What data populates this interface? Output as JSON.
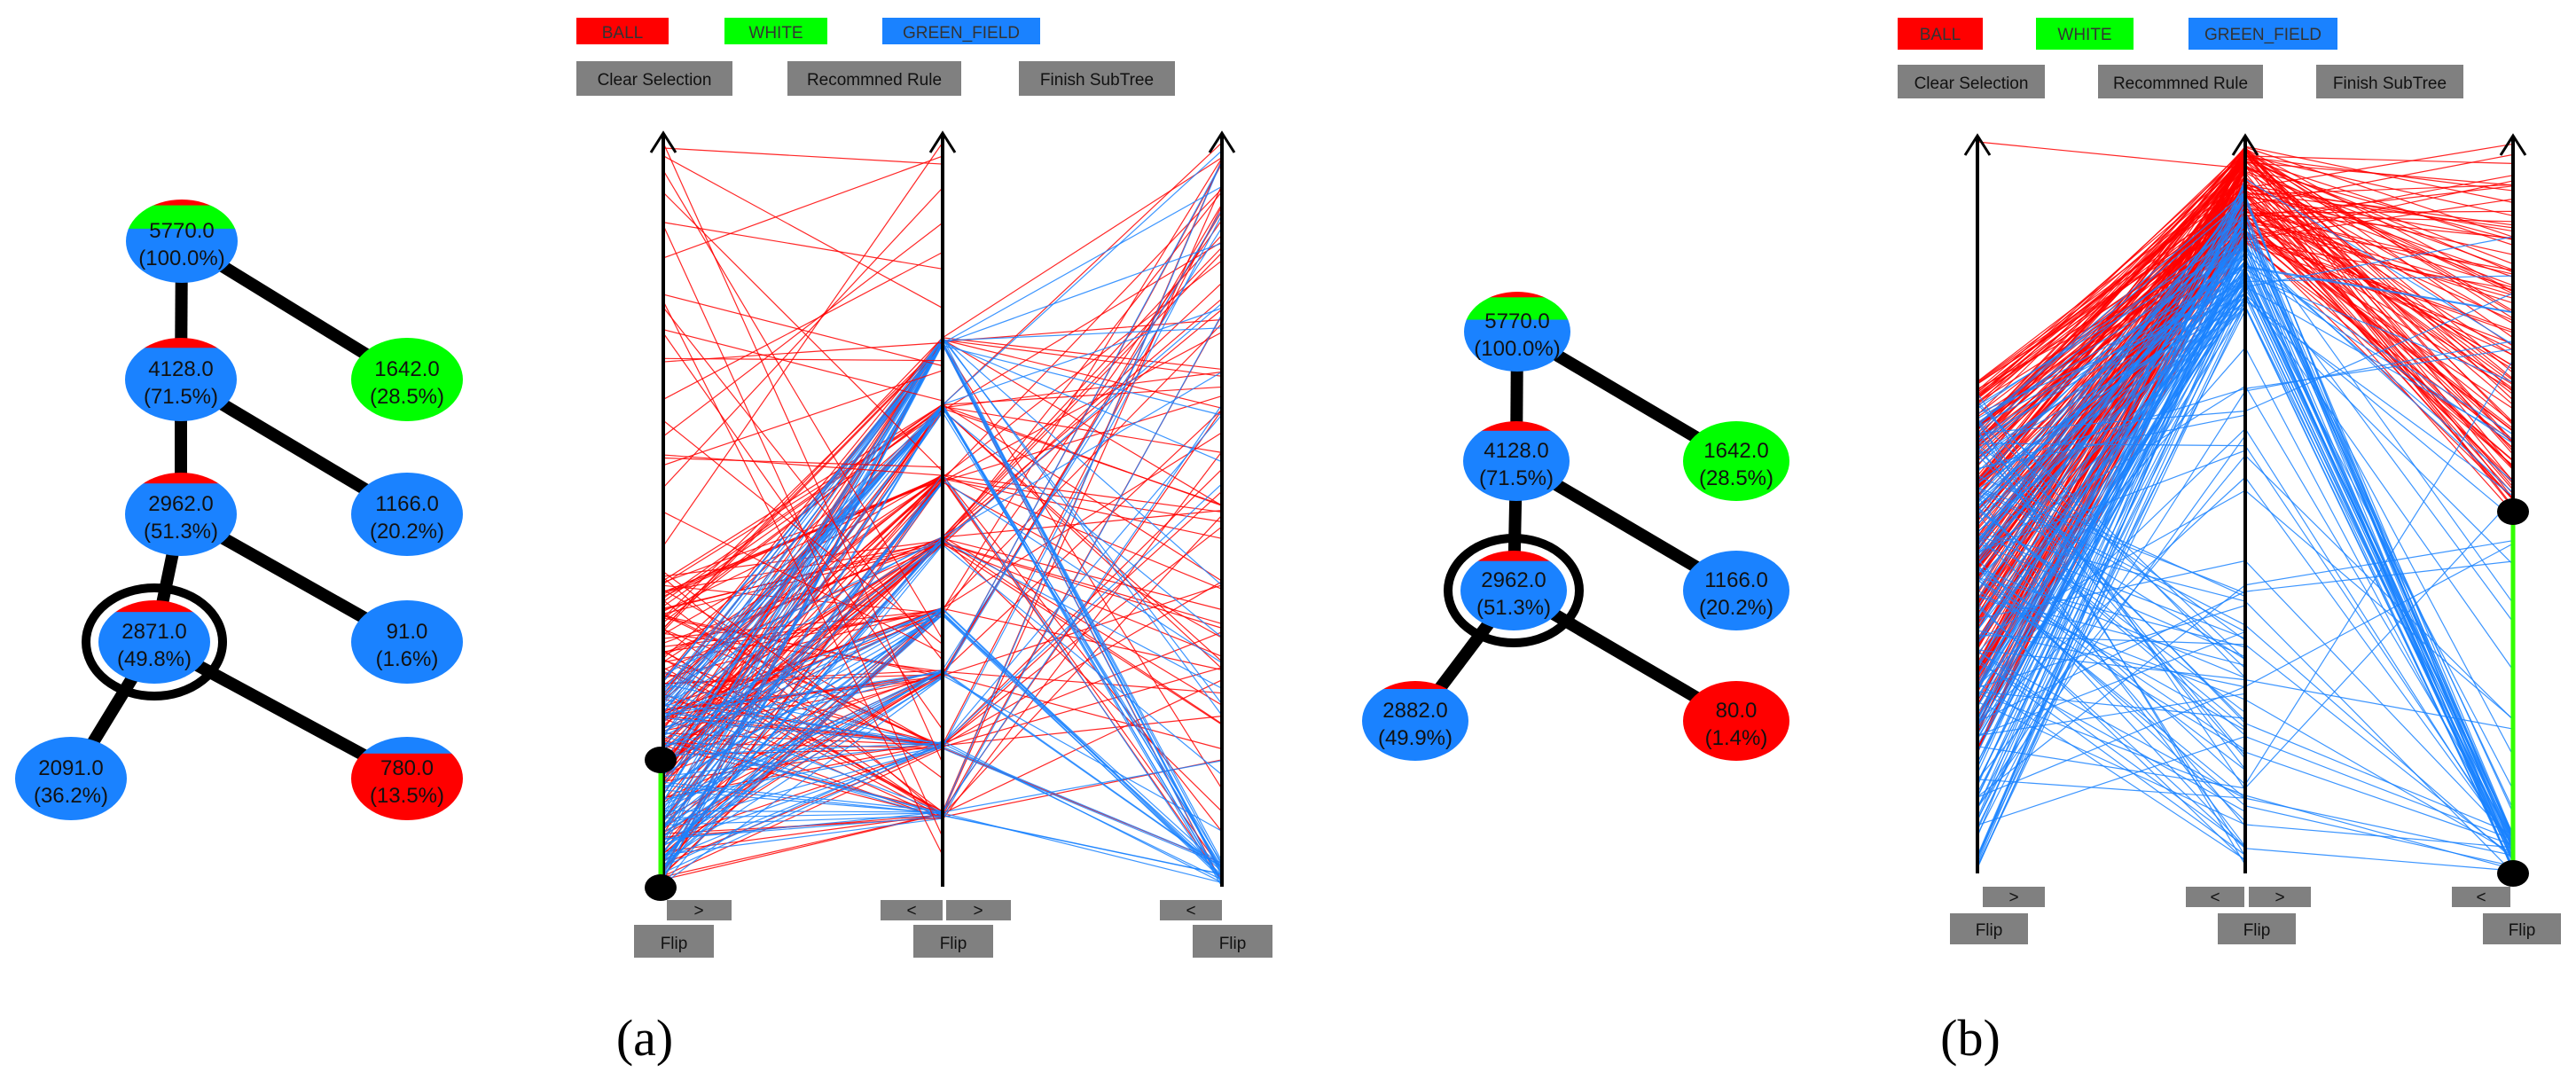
{
  "colors": {
    "ball": "#ff0000",
    "white": "#00ff00",
    "green_field": "#1a82ff",
    "button_bg": "#808080",
    "edge": "#000000",
    "selection": "#33ff00"
  },
  "panels": [
    {
      "caption": "(a)",
      "legend": [
        {
          "label": "BALL",
          "color": "#ff0000"
        },
        {
          "label": "WHITE",
          "color": "#00ff00"
        },
        {
          "label": "GREEN_FIELD",
          "color": "#1a82ff"
        }
      ],
      "buttons": {
        "clear_selection": "Clear Selection",
        "recommend_rule": "Recommned Rule",
        "finish_subtree": "Finish SubTree"
      },
      "axis_controls": {
        "next": ">",
        "prev": "<",
        "flip": "Flip"
      },
      "tree": [
        {
          "id": "root",
          "value": "5770.0",
          "pct": "(100.0%)",
          "mix": [
            [
              "ball",
              0.07
            ],
            [
              "white",
              0.28
            ],
            [
              "green_field",
              0.65
            ]
          ]
        },
        {
          "id": "n1",
          "value": "1642.0",
          "pct": "(28.5%)",
          "mix": [
            [
              "white",
              1.0
            ]
          ]
        },
        {
          "id": "n2",
          "value": "4128.0",
          "pct": "(71.5%)",
          "mix": [
            [
              "ball",
              0.12
            ],
            [
              "green_field",
              0.88
            ]
          ]
        },
        {
          "id": "n3",
          "value": "1166.0",
          "pct": "(20.2%)",
          "mix": [
            [
              "green_field",
              1.0
            ]
          ]
        },
        {
          "id": "n4",
          "value": "2962.0",
          "pct": "(51.3%)",
          "mix": [
            [
              "ball",
              0.13
            ],
            [
              "green_field",
              0.87
            ]
          ]
        },
        {
          "id": "n5",
          "value": "91.0",
          "pct": "(1.6%)",
          "mix": [
            [
              "green_field",
              1.0
            ]
          ]
        },
        {
          "id": "n6",
          "value": "2871.0",
          "pct": "(49.8%)",
          "mix": [
            [
              "ball",
              0.14
            ],
            [
              "green_field",
              0.86
            ]
          ],
          "selected": true
        },
        {
          "id": "n7",
          "value": "780.0",
          "pct": "(13.5%)",
          "mix": [
            [
              "green_field",
              0.2
            ],
            [
              "ball",
              0.8
            ]
          ]
        },
        {
          "id": "n8",
          "value": "2091.0",
          "pct": "(36.2%)",
          "mix": [
            [
              "green_field",
              1.0
            ]
          ]
        }
      ],
      "edges": [
        [
          "root",
          "n2"
        ],
        [
          "root",
          "n1"
        ],
        [
          "n2",
          "n4"
        ],
        [
          "n2",
          "n3"
        ],
        [
          "n4",
          "n6"
        ],
        [
          "n4",
          "n5"
        ],
        [
          "n6",
          "n8"
        ],
        [
          "n6",
          "n7"
        ]
      ]
    },
    {
      "caption": "(b)",
      "legend": [
        {
          "label": "BALL",
          "color": "#ff0000"
        },
        {
          "label": "WHITE",
          "color": "#00ff00"
        },
        {
          "label": "GREEN_FIELD",
          "color": "#1a82ff"
        }
      ],
      "buttons": {
        "clear_selection": "Clear Selection",
        "recommend_rule": "Recommned Rule",
        "finish_subtree": "Finish SubTree"
      },
      "axis_controls": {
        "next": ">",
        "prev": "<",
        "flip": "Flip"
      },
      "tree": [
        {
          "id": "root",
          "value": "5770.0",
          "pct": "(100.0%)",
          "mix": [
            [
              "ball",
              0.07
            ],
            [
              "white",
              0.28
            ],
            [
              "green_field",
              0.65
            ]
          ]
        },
        {
          "id": "n1",
          "value": "1642.0",
          "pct": "(28.5%)",
          "mix": [
            [
              "white",
              1.0
            ]
          ]
        },
        {
          "id": "n2",
          "value": "4128.0",
          "pct": "(71.5%)",
          "mix": [
            [
              "ball",
              0.12
            ],
            [
              "green_field",
              0.88
            ]
          ]
        },
        {
          "id": "n3",
          "value": "1166.0",
          "pct": "(20.2%)",
          "mix": [
            [
              "green_field",
              1.0
            ]
          ]
        },
        {
          "id": "n4",
          "value": "2962.0",
          "pct": "(51.3%)",
          "mix": [
            [
              "ball",
              0.13
            ],
            [
              "green_field",
              0.87
            ]
          ],
          "selected": true
        },
        {
          "id": "n5",
          "value": "80.0",
          "pct": "(1.4%)",
          "mix": [
            [
              "ball",
              1.0
            ]
          ]
        },
        {
          "id": "n6",
          "value": "2882.0",
          "pct": "(49.9%)",
          "mix": [
            [
              "ball",
              0.1
            ],
            [
              "green_field",
              0.9
            ]
          ]
        }
      ],
      "edges": [
        [
          "root",
          "n2"
        ],
        [
          "root",
          "n1"
        ],
        [
          "n2",
          "n4"
        ],
        [
          "n2",
          "n3"
        ],
        [
          "n4",
          "n6"
        ],
        [
          "n4",
          "n5"
        ]
      ]
    }
  ]
}
